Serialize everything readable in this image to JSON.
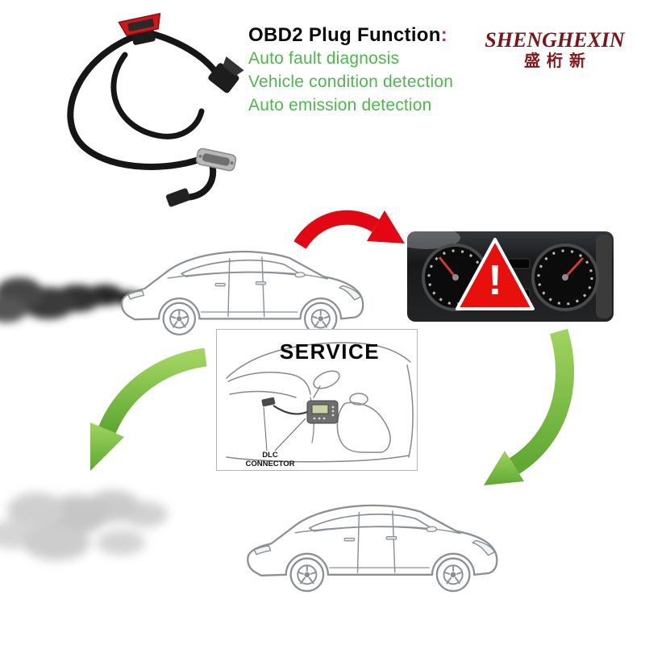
{
  "page": {
    "background": "#ffffff"
  },
  "header": {
    "title": "OBD2 Plug Function",
    "colon": ":",
    "features": [
      "Auto fault diagnosis",
      "Vehicle condition detection",
      "Auto emission detection"
    ]
  },
  "brand": {
    "name": "SHENGHEXIN",
    "chinese": "盛桁新"
  },
  "service_diagram": {
    "title": "SERVICE",
    "dlc_line1": "DLC",
    "dlc_line2": "CONNECTOR"
  },
  "dashboard": {
    "warning_symbol": "!"
  },
  "colors": {
    "feature_green": "#4db84c",
    "heading_black": "#0b0b0b",
    "colon_magenta": "#c82585",
    "brand_maroon": "#7d1418",
    "arrow_red": "#e30613",
    "arrow_green": "#6fbe44",
    "warning_triangle_red": "#e8100c",
    "smoke_dark": "#3a3a3a",
    "smoke_light": "#c8c8c8"
  },
  "illustrations": {
    "cable": "obd2-cable-with-connectors",
    "top_left_smoke": "dark-exhaust-smoke",
    "top_car": "suv-line-drawing",
    "red_arrow": "curved-arrow-right",
    "cluster": "instrument-cluster-with-warning-triangle",
    "service": "car-interior-diagnostic-diagram",
    "green_arrow_left": "curved-arrow-down-left",
    "green_arrow_right": "curved-arrow-down-left",
    "bottom_car": "suv-line-drawing",
    "bottom_smoke": "light-exhaust-cloud"
  }
}
